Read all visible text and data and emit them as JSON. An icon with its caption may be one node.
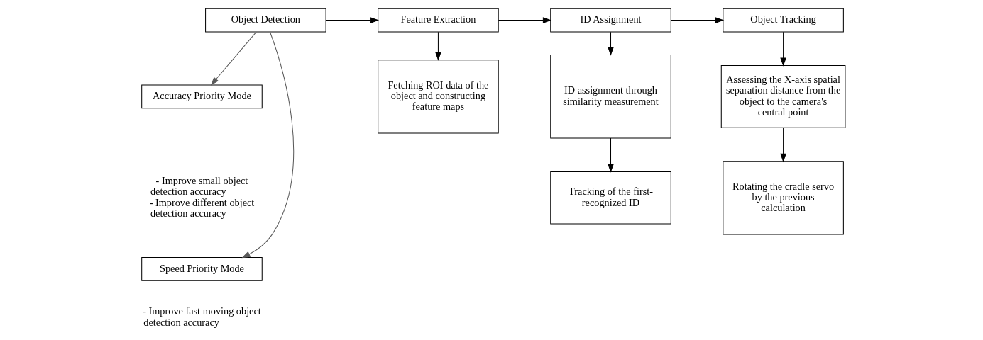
{
  "diagram": {
    "nodes": [
      {
        "text": [
          "Object Detection"
        ]
      },
      {
        "text": [
          "Feature Extraction"
        ]
      },
      {
        "text": [
          "ID Assignment"
        ]
      },
      {
        "text": [
          "Object Tracking"
        ]
      },
      {
        "text": [
          "Accuracy Priority Mode"
        ],
        "beside": [
          "- Improve small object detection accuracy",
          "- Improve different object detection accuracy"
        ]
      },
      {
        "text": [
          "Speed Priority Mode"
        ],
        "beside": [
          "- Improve fast moving object detection accuracy"
        ]
      },
      {
        "text": [
          "Fetching ROI data of the object and constructing feature maps"
        ]
      },
      {
        "text": [
          "ID assignment through similarity measurement"
        ]
      },
      {
        "text": [
          "Tracking of the first-recognized ID"
        ]
      },
      {
        "text": [
          "Assessing the X-axis spatial separation distance from the object to the camera's central point"
        ]
      },
      {
        "text": [
          "Rotating the cradle servo by the previous calculation"
        ]
      }
    ],
    "edges": [
      {
        "from": 0,
        "to": 1,
        "arrow": "to"
      },
      {
        "from": 1,
        "to": 2,
        "arrow": "to"
      },
      {
        "from": 2,
        "to": 3,
        "arrow": "to"
      },
      {
        "from": 0,
        "to": 4,
        "arrow": "to",
        "color": "#595959"
      },
      {
        "from": 0,
        "to": 5,
        "arrow": "to",
        "color": "#595959"
      },
      {
        "from": 1,
        "to": 6,
        "arrow": "to"
      },
      {
        "from": 2,
        "to": 7,
        "arrow": "to"
      },
      {
        "from": 7,
        "to": 8,
        "arrow": "to"
      },
      {
        "from": 3,
        "to": 9,
        "arrow": "to"
      },
      {
        "from": 9,
        "to": 10,
        "arrow": "to"
      }
    ]
  }
}
